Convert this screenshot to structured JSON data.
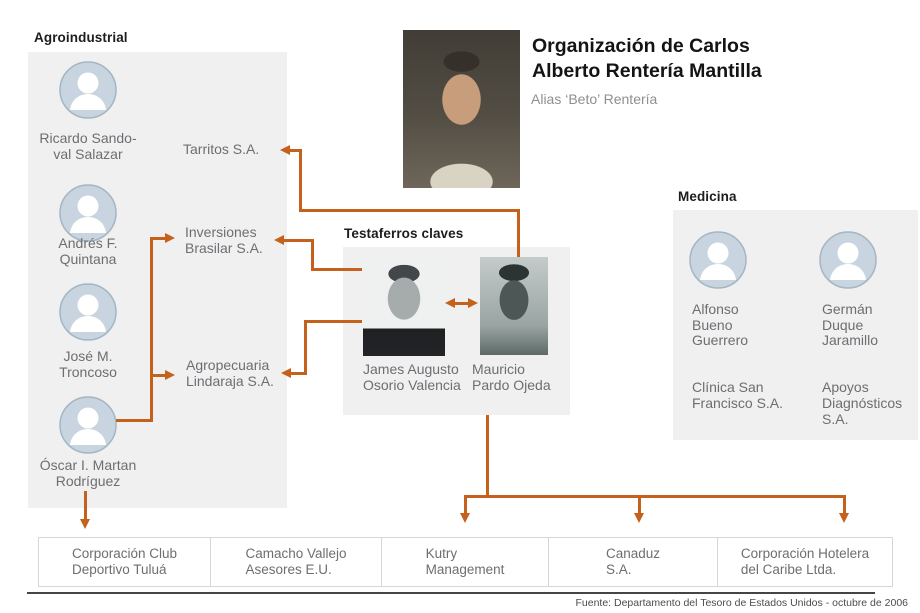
{
  "accent_color": "#c4611c",
  "panel_color": "#f0f0f1",
  "avatar_fill": "#c8d5e0",
  "header": {
    "title": "Organización de Carlos\nAlberto Rentería Mantilla",
    "subtitle": "Alias ‘Beto’ Rentería"
  },
  "agroindustrial": {
    "heading": "Agroindustrial",
    "people": [
      {
        "name": "Ricardo Sando-\nval Salazar"
      },
      {
        "name": "Andrés F.\nQuintana"
      },
      {
        "name": "José M.\nTroncoso"
      },
      {
        "name": "Óscar I. Martan\nRodríguez"
      }
    ],
    "companies": [
      {
        "name": "Tarritos S.A."
      },
      {
        "name": "Inversiones\nBrasilar S.A."
      },
      {
        "name": "Agropecuaria\nLindaraja S.A."
      }
    ]
  },
  "testaferros": {
    "heading": "Testaferros claves",
    "people": [
      {
        "name": "James Augusto\nOsorio Valencia"
      },
      {
        "name": "Mauricio\nPardo Ojeda"
      }
    ]
  },
  "medicina": {
    "heading": "Medicina",
    "people": [
      {
        "name": "Alfonso\nBueno\nGuerrero"
      },
      {
        "name": "Germán\nDuque\nJaramillo"
      }
    ],
    "companies": [
      {
        "name": "Clínica San\nFrancisco S.A."
      },
      {
        "name": "Apoyos\nDiagnósticos\nS.A."
      }
    ]
  },
  "bottom_companies": [
    {
      "name": "Corporación Club\nDeportivo Tuluá"
    },
    {
      "name": "Camacho Vallejo\nAsesores E.U."
    },
    {
      "name": "Kutry\nManagement"
    },
    {
      "name": "Canaduz\nS.A."
    },
    {
      "name": "Corporación Hotelera\ndel Caribe Ltda."
    }
  ],
  "footer": {
    "source": "Fuente: Departamento del Tesoro de Estados Unidos - octubre de 2006"
  }
}
